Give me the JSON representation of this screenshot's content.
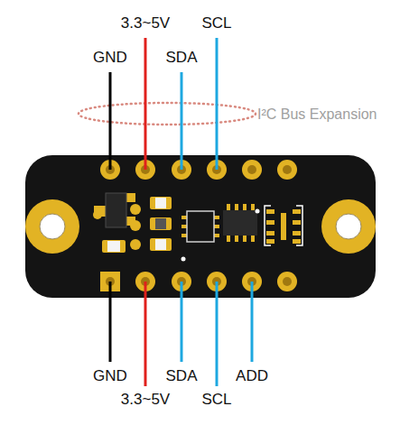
{
  "diagram": {
    "labels": [
      "GND",
      "3.3~5V",
      "SDA",
      "SCL",
      "I²C Bus Expansion",
      "GND",
      "3.3~5V",
      "SDA",
      "SCL",
      "ADD"
    ]
  }
}
